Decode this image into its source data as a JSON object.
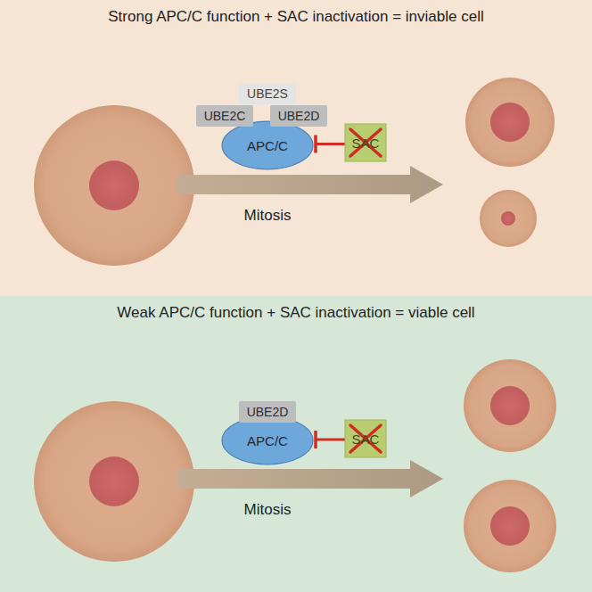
{
  "diagram": {
    "nodes": [
      {
        "text": [
          "Strong APC/C function + SAC inactivation = inviable cell"
        ]
      },
      {
        "text": [
          "UBE2S"
        ],
        "in": 0
      },
      {
        "text": [
          "UBE2C"
        ],
        "in": 0
      },
      {
        "text": [
          "UBE2D"
        ],
        "in": 0
      },
      {
        "text": [
          "APC/C"
        ],
        "in": 0
      },
      {
        "text": [
          "SAC"
        ],
        "in": 0
      },
      {
        "text": [
          "Weak APC/C function + SAC inactivation = viable cell"
        ]
      },
      {
        "text": [
          "UBE2D"
        ],
        "in": 6
      },
      {
        "text": [
          "APC/C"
        ],
        "in": 6
      },
      {
        "text": [
          "SAC"
        ],
        "in": 6
      }
    ],
    "edges": [
      {
        "from": 5,
        "to": 4,
        "arrow": "to"
      },
      {
        "from": 9,
        "to": 8,
        "arrow": "to"
      }
    ],
    "labels": [
      "Mitosis",
      "Mitosis"
    ]
  }
}
